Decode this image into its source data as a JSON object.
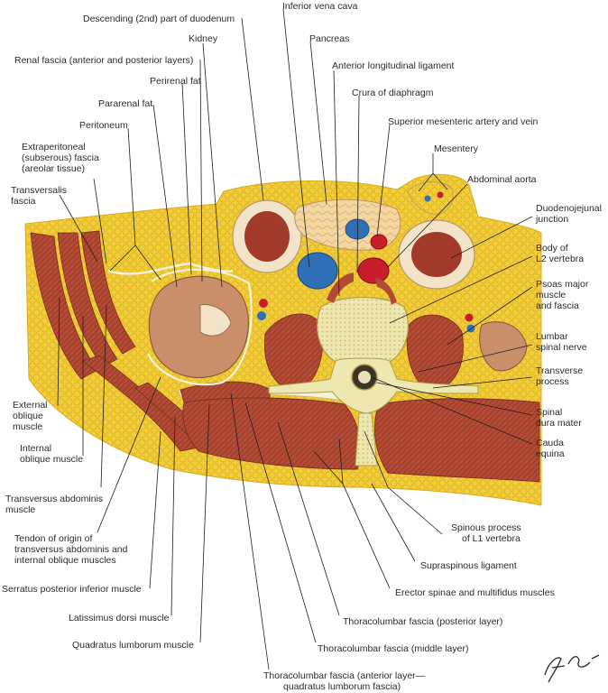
{
  "labels": {
    "descending_duodenum": "Descending (2nd) part of duodenum",
    "inferior_vena_cava": "Inferior vena cava",
    "kidney": "Kidney",
    "pancreas": "Pancreas",
    "renal_fascia": "Renal fascia (anterior and posterior layers)",
    "anterior_longitudinal_ligament": "Anterior longitudinal ligament",
    "perirenal_fat": "Perirenal fat",
    "crura_of_diaphragm": "Crura of diaphragm",
    "pararenal_fat": "Pararenal fat",
    "superior_mesenteric": "Superior mesenteric artery and vein",
    "peritoneum": "Peritoneum",
    "mesentery": "Mesentery",
    "extraperitoneal_fascia": [
      "Extraperitoneal",
      "(subserous) fascia",
      "(areolar tissue)"
    ],
    "abdominal_aorta": "Abdominal aorta",
    "transversalis_fascia": [
      "Transversalis",
      "fascia"
    ],
    "duodenojejunal_junction": [
      "Duodenojejunal",
      "junction"
    ],
    "body_of_l2": [
      "Body of",
      "L2 vertebra"
    ],
    "psoas_major": [
      "Psoas major",
      "muscle",
      "and fascia"
    ],
    "lumbar_spinal_nerve": [
      "Lumbar",
      "spinal nerve"
    ],
    "transverse_process": [
      "Transverse",
      "process"
    ],
    "external_oblique": [
      "External",
      "oblique",
      "muscle"
    ],
    "spinal_dura_mater": [
      "Spinal",
      "dura mater"
    ],
    "internal_oblique": [
      "Internal",
      "oblique muscle"
    ],
    "cauda_equina": [
      "Cauda",
      "equina"
    ],
    "transversus_abdominis": [
      "Transversus abdominis",
      "muscle"
    ],
    "spinous_process": [
      "Spinous process",
      "of L1 vertebra"
    ],
    "tendon_of_origin": [
      "Tendon of origin of",
      "transversus abdominis and",
      "internal oblique muscles"
    ],
    "supraspinous_ligament": "Supraspinous ligament",
    "serratus_posterior_inferior": "Serratus posterior inferior muscle",
    "erector_spinae": "Erector spinae and multifidus muscles",
    "latissimus_dorsi": "Latissimus dorsi muscle",
    "thoracolumbar_posterior": "Thoracolumbar fascia (posterior layer)",
    "quadratus_lumborum": "Quadratus lumborum muscle",
    "thoracolumbar_middle": "Thoracolumbar fascia (middle layer)",
    "thoracolumbar_anterior": [
      "Thoracolumbar fascia (anterior layer—",
      "quadratus lumborum fascia)"
    ]
  },
  "signature": "F. Netter M.D.",
  "colors": {
    "fat": "#f2cf3a",
    "fat_dark": "#d9ab1f",
    "muscle": "#b04a35",
    "muscle_dark": "#7d2c1d",
    "bone": "#efe7b0",
    "bone_dark": "#c8b36a",
    "fascia": "#f5f2dc",
    "vein": "#2f6fb8",
    "artery": "#c81d2a",
    "kidney": "#c98f6a",
    "pancreas": "#f3d6a0",
    "bowel_wall": "#f3e3c8",
    "bowel_lumen": "#a23a2a",
    "label_text": "#2b2b2b",
    "leader": "#1e1e1e"
  }
}
